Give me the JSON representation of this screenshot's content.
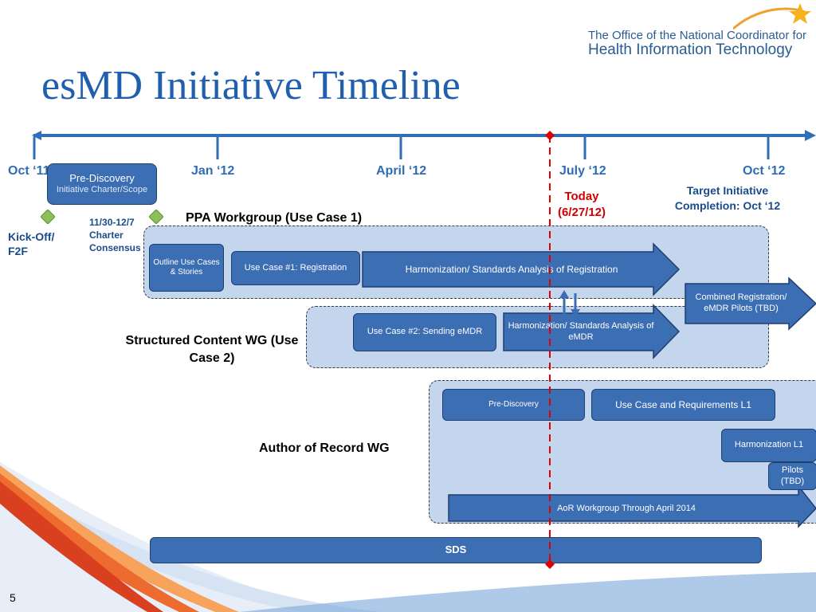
{
  "title": "esMD Initiative Timeline",
  "logo": {
    "line1": "The Office of the National Coordinator for",
    "line2": "Health Information Technology",
    "icon": "star-swoosh-icon"
  },
  "timeline": {
    "months": [
      "Oct ‘11",
      "Jan ‘12",
      "April ‘12",
      "July ‘12",
      "Oct ‘12"
    ],
    "today_label": "Today",
    "today_date": "(6/27/12)",
    "target": "Target Initiative Completion: Oct ‘12"
  },
  "milestones": {
    "kickoff": "Kick-Off/ F2F",
    "charter": "11/30-12/7 Charter Consensus",
    "prediscovery_title": "Pre-Discovery",
    "prediscovery_sub": "Initiative Charter/Scope"
  },
  "lanes": {
    "ppa": "PPA Workgroup (Use Case 1)",
    "structured": "Structured Content WG (Use Case 2)",
    "aor": "Author of Record WG"
  },
  "boxes": {
    "outline": "Outline Use Cases & Stories",
    "uc1": "Use Case #1: Registration",
    "harm_reg": "Harmonization/ Standards Analysis of Registration",
    "combined": "Combined Registration/ eMDR Pilots (TBD)",
    "uc2": "Use Case #2: Sending eMDR",
    "harm_emdr": "Harmonization/ Standards Analysis of eMDR",
    "aor_pre": "Pre-Discovery",
    "aor_uc": "Use Case and Requirements L1",
    "aor_harm": "Harmonization L1",
    "aor_pilots": "Pilots (TBD)",
    "aor_through": "AoR Workgroup Through April 2014",
    "sds": "SDS"
  },
  "page_number": "5",
  "colors": {
    "title": "#1f5fae",
    "box": "#3c6eb4",
    "lane": "#c4d6ee",
    "today_line": "#e00000",
    "axis": "#2f6eb8",
    "diamond": "#8dbf5a"
  }
}
